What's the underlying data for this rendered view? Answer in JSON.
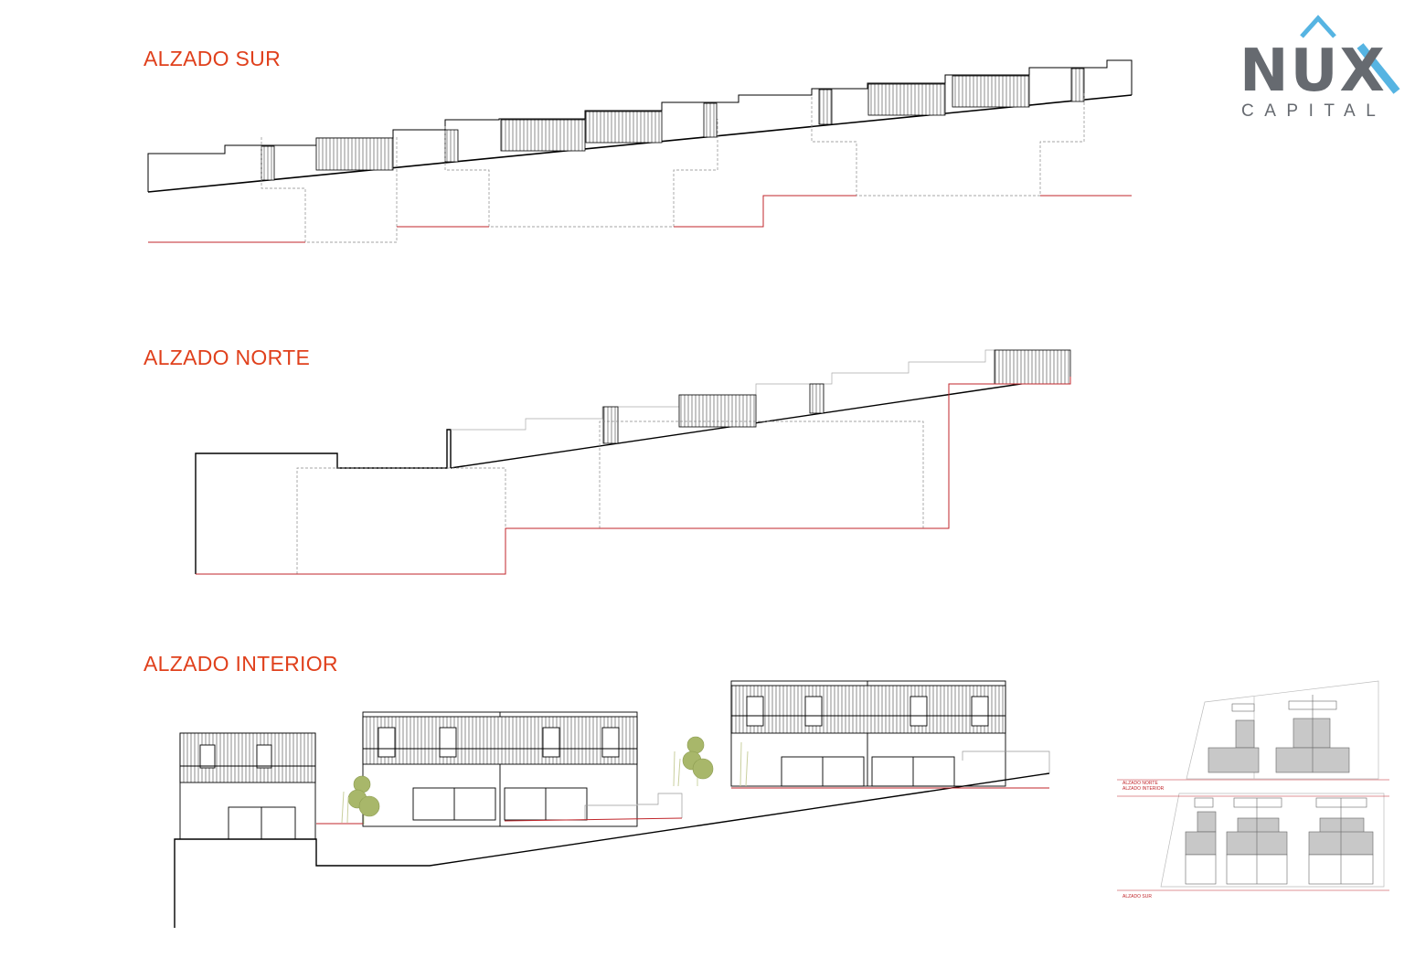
{
  "brand": {
    "logo_word": "NUX",
    "logo_sub": "CAPITAL",
    "colors": {
      "grey": "#666a70",
      "accent": "#56b4e2"
    }
  },
  "elevations": {
    "south_title": "ALZADO SUR",
    "north_title": "ALZADO NORTE",
    "interior_title": "ALZADO INTERIOR"
  },
  "key_plan": {
    "label_north": "ALZADO NORTE",
    "label_interior": "ALZADO INTERIOR",
    "label_south": "ALZADO SUR"
  },
  "colors": {
    "title": "#e0401c",
    "line": "#000000",
    "ground": "#c0262b",
    "hidden": "#888888",
    "tree": "#a8b76a",
    "plan_fill": "#c8c8c8"
  }
}
